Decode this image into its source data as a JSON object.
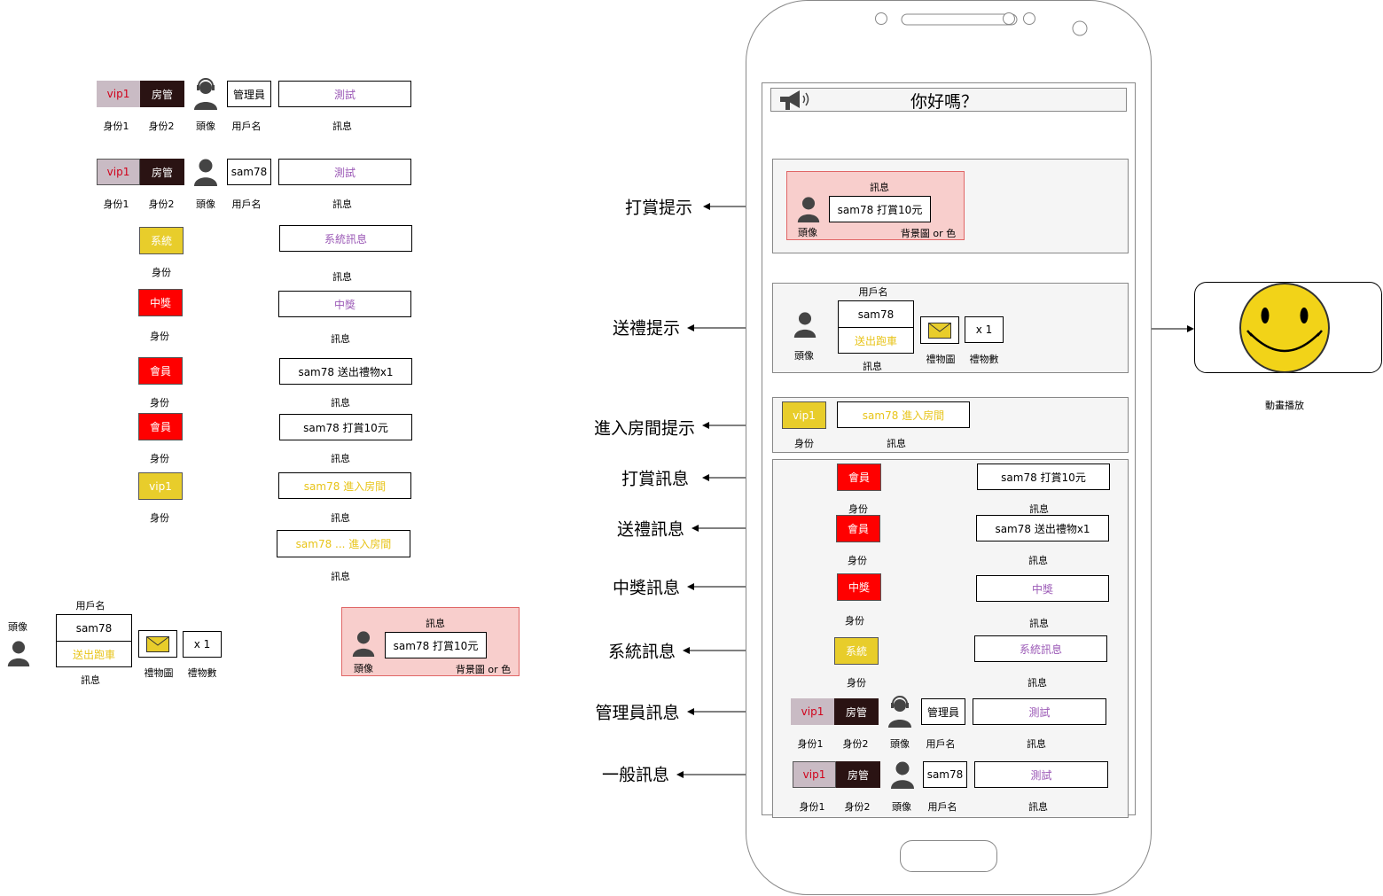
{
  "left": {
    "admin_row": {
      "id1": "vip1",
      "id2": "房管",
      "username": "管理員",
      "message": "測試",
      "labels": {
        "id1": "身份1",
        "id2": "身份2",
        "avatar": "頭像",
        "username": "用戶名",
        "msg": "訊息"
      }
    },
    "normal_row": {
      "id1": "vip1",
      "id2": "房管",
      "username": "sam78",
      "message": "測試",
      "labels": {
        "id1": "身份1",
        "id2": "身份2",
        "avatar": "頭像",
        "username": "用戶名",
        "msg": "訊息"
      }
    },
    "system_row": {
      "badge": "系統",
      "message": "系統訊息",
      "badge_label": "身份",
      "msg_label": "訊息"
    },
    "prize_row": {
      "badge": "中獎",
      "message": "中獎",
      "badge_label": "身份",
      "msg_label": "訊息"
    },
    "gift_row": {
      "badge": "會員",
      "message": "sam78 送出禮物x1",
      "badge_label": "身份",
      "msg_label": "訊息"
    },
    "tip_row": {
      "badge": "會員",
      "message": "sam78 打賞10元",
      "badge_label": "身份",
      "msg_label": "訊息"
    },
    "enter_row": {
      "badge": "vip1",
      "message": "sam78 進入房間",
      "badge_label": "身份",
      "msg_label": "訊息"
    },
    "enter_row2": {
      "message": "sam78 ... 進入房間",
      "msg_label": "訊息"
    },
    "gift_notice": {
      "avatar_label": "頭像",
      "username_label": "用戶名",
      "username": "sam78",
      "action": "送出跑車",
      "msg_label": "訊息",
      "gift_label": "禮物圖",
      "count": "x 1",
      "count_label": "禮物數"
    },
    "tip_notice": {
      "title": "訊息",
      "message": "sam78 打賞10元",
      "avatar_label": "頭像",
      "bg_label": "背景圖 or 色"
    }
  },
  "phone": {
    "marquee": "你好嗎？",
    "tip_notice": {
      "title": "訊息",
      "message": "sam78 打賞10元",
      "avatar_label": "頭像",
      "bg_label": "背景圖 or 色"
    },
    "gift_notice": {
      "username_label": "用戶名",
      "username": "sam78",
      "action": "送出跑車",
      "avatar_label": "頭像",
      "msg_label": "訊息",
      "gift_label": "禮物圖",
      "count": "x 1",
      "count_label": "禮物數"
    },
    "enter_notice": {
      "badge": "vip1",
      "message": "sam78 進入房間",
      "badge_label": "身份",
      "msg_label": "訊息"
    },
    "tip_msg": {
      "badge": "會員",
      "message": "sam78 打賞10元",
      "badge_label": "身份",
      "msg_label": "訊息"
    },
    "gift_msg": {
      "badge": "會員",
      "message": "sam78 送出禮物x1",
      "badge_label": "身份",
      "msg_label": "訊息"
    },
    "prize_msg": {
      "badge": "中獎",
      "message": "中獎",
      "badge_label": "身份",
      "msg_label": "訊息"
    },
    "system_msg": {
      "badge": "系統",
      "message": "系統訊息",
      "badge_label": "身份",
      "msg_label": "訊息"
    },
    "admin_msg": {
      "id1": "vip1",
      "id2": "房管",
      "username": "管理員",
      "message": "測試",
      "labels": {
        "id1": "身份1",
        "id2": "身份2",
        "avatar": "頭像",
        "username": "用戶名",
        "msg": "訊息"
      }
    },
    "normal_msg": {
      "id1": "vip1",
      "id2": "房管",
      "username": "sam78",
      "message": "測試",
      "labels": {
        "id1": "身份1",
        "id2": "身份2",
        "avatar": "頭像",
        "username": "用戶名",
        "msg": "訊息"
      }
    }
  },
  "callouts": [
    "打賞提示",
    "送禮提示",
    "進入房間提示",
    "打賞訊息",
    "送禮訊息",
    "中獎訊息",
    "系統訊息",
    "管理員訊息",
    "一般訊息"
  ],
  "animation_label": "動畫播放",
  "colors": {
    "vip": "#c9bbc4",
    "manager": "#2a1313",
    "yellow": "#e8cd2b",
    "red": "#ff0000",
    "pink": "#f8cecc",
    "purple": "#9b59b6"
  }
}
